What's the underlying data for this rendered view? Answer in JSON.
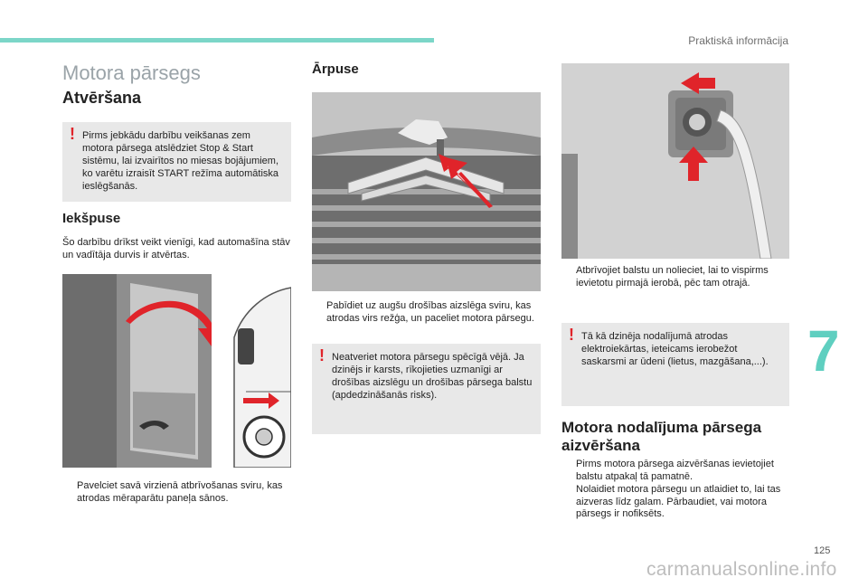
{
  "header": {
    "title": "Praktiskā informācija"
  },
  "chapter": {
    "number": "7"
  },
  "page_number": "125",
  "watermark": "carmanualsonline.info",
  "section_title": "Motora pārsegs",
  "opening": {
    "heading": "Atvēršana",
    "warning": "Pirms jebkādu darbību veikšanas zem motora pārsega atslēdziet Stop & Start sistēmu, lai izvairītos no miesas bojājumiem, ko varētu izraisīt START režīma automātiska ieslēgšanās."
  },
  "inside": {
    "heading": "Iekšpuse",
    "text": "Šo darbību drīkst veikt vienīgi, kad automašīna stāv un vadītāja durvis ir atvērtas.",
    "bullet": "Pavelciet savā virzienā atbrīvošanas sviru, kas atrodas mēraparātu paneļa sānos."
  },
  "outside": {
    "heading": "Ārpuse",
    "bullet": "Pabīdiet uz augšu drošības aizslēga sviru, kas atrodas virs režģa, un paceliet motora pārsegu.",
    "warning": "Neatveriet motora pārsegu spēcīgā vējā. Ja dzinējs ir karsts, rīkojieties uzmanīgi ar drošības aizslēgu un drošības pārsega balstu (apdedzināšanās risks)."
  },
  "strut": {
    "bullet": "Atbrīvojiet balstu un nolieciet, lai to vispirms ievietotu pirmajā ierobā, pēc tam otrajā.",
    "warning": "Tā kā dzinēja nodalījumā atrodas elektroiekārtas, ieteicams ierobežot saskarsmi ar ūdeni (lietus, mazgāšana,...)."
  },
  "closing": {
    "heading": "Motora nodalījuma pārsega aizvēršana",
    "bullets": [
      "Pirms motora pārsega aizvēršanas ievietojiet balstu atpakaļ tā pamatnē.",
      "Nolaidiet motora pārsegu un atlaidiet to, lai tas aizveras līdz galam. Pārbaudiet, vai motora pārsegs ir nofiksēts."
    ]
  },
  "symbols": {
    "bullet": "",
    "warning": "!"
  },
  "colors": {
    "accent": "#7cd6c8",
    "chapter": "#5fcfc0",
    "warning": "#e0242a",
    "arrow": "#e0242a"
  }
}
